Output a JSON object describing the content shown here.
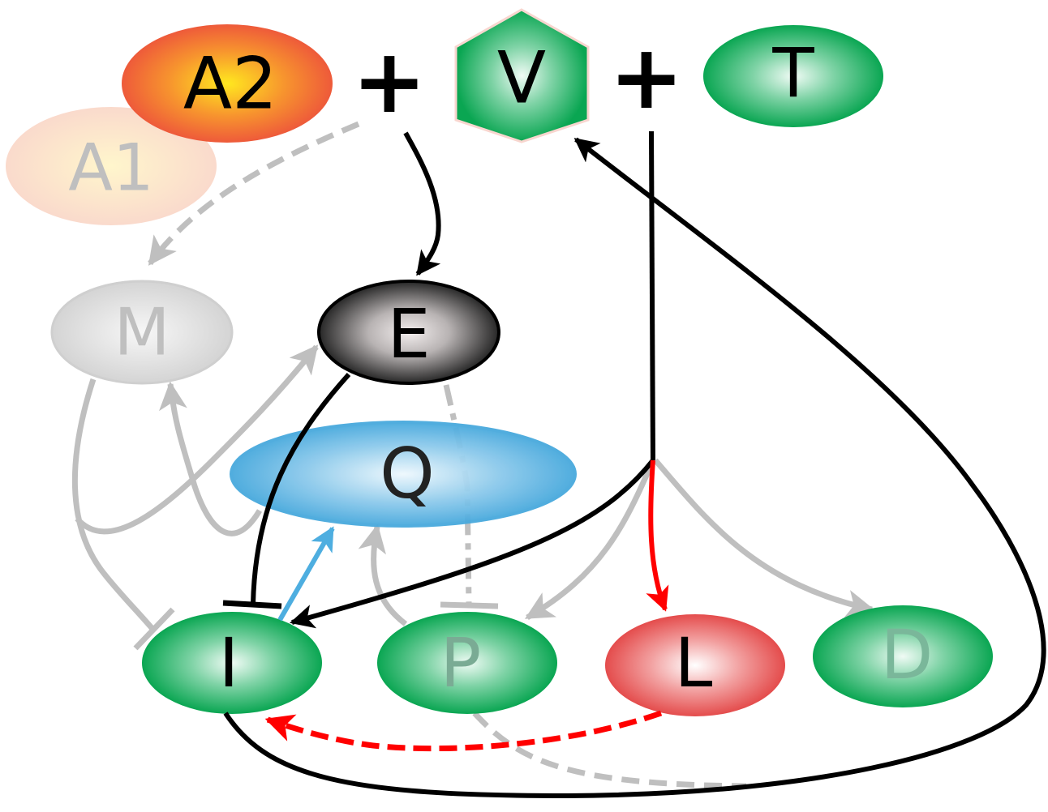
{
  "diagram": {
    "type": "signaling-network",
    "colors": {
      "active_edge": "#000000",
      "faded_edge": "#bfbfbf",
      "red_edge": "#ff0000",
      "blue_edge": "#4eaee0",
      "green_node": "#0aa652",
      "red_node": "#e44c4c",
      "blue_node": "#48a9dd",
      "orange_node": "#ee5a3a",
      "faded_node_text": "#bfbfbf"
    },
    "operators": [
      "+",
      "+"
    ],
    "nodes": {
      "A2": {
        "label": "A2",
        "shape": "ellipse",
        "style": "orange",
        "faded": false
      },
      "A1": {
        "label": "A1",
        "shape": "ellipse",
        "style": "orange",
        "faded": true
      },
      "V": {
        "label": "V",
        "shape": "hexagon",
        "style": "green",
        "faded": false
      },
      "T": {
        "label": "T",
        "shape": "ellipse",
        "style": "green",
        "faded": false
      },
      "M": {
        "label": "M",
        "shape": "ellipse",
        "style": "grey",
        "faded": true
      },
      "E": {
        "label": "E",
        "shape": "ellipse",
        "style": "black",
        "faded": false
      },
      "Q": {
        "label": "Q",
        "shape": "ellipse",
        "style": "blue",
        "faded": false
      },
      "I": {
        "label": "I",
        "shape": "ellipse",
        "style": "green",
        "faded": false
      },
      "P": {
        "label": "P",
        "shape": "ellipse",
        "style": "green",
        "faded": true
      },
      "L": {
        "label": "L",
        "shape": "ellipse",
        "style": "red",
        "faded": false
      },
      "D": {
        "label": "D",
        "shape": "ellipse",
        "style": "green",
        "faded": true
      }
    },
    "edges": [
      {
        "from": "A2+V",
        "to": "E",
        "kind": "activation",
        "style": "solid",
        "color": "black"
      },
      {
        "from": "A2+V",
        "to": "M",
        "kind": "activation",
        "style": "dashed",
        "color": "grey"
      },
      {
        "from": "V+T",
        "to": "I",
        "kind": "activation",
        "style": "solid",
        "color": "black"
      },
      {
        "from": "V+T",
        "to": "L",
        "kind": "activation",
        "style": "solid",
        "color": "red"
      },
      {
        "from": "V+T",
        "to": "P",
        "kind": "activation",
        "style": "solid",
        "color": "grey"
      },
      {
        "from": "V+T",
        "to": "D",
        "kind": "activation",
        "style": "solid",
        "color": "grey"
      },
      {
        "from": "I",
        "to": "V",
        "kind": "activation",
        "style": "solid",
        "color": "black"
      },
      {
        "from": "E",
        "to": "I",
        "kind": "inhibition",
        "style": "solid",
        "color": "black"
      },
      {
        "from": "E",
        "to": "P",
        "kind": "inhibition",
        "style": "dash-dot",
        "color": "grey"
      },
      {
        "from": "I",
        "to": "Q",
        "kind": "activation",
        "style": "solid",
        "color": "blue"
      },
      {
        "from": "P",
        "to": "Q",
        "kind": "activation",
        "style": "solid",
        "color": "grey"
      },
      {
        "from": "L",
        "to": "I",
        "kind": "activation",
        "style": "dashed",
        "color": "red"
      },
      {
        "from": "M",
        "to": "I",
        "kind": "inhibition",
        "style": "solid",
        "color": "grey"
      },
      {
        "from": "M",
        "to": "E",
        "kind": "activation",
        "style": "solid",
        "color": "grey"
      },
      {
        "from": "Q",
        "to": "M",
        "kind": "activation",
        "style": "solid",
        "color": "grey"
      },
      {
        "from": "P",
        "to": "V",
        "kind": "activation",
        "style": "dashed",
        "color": "grey"
      }
    ]
  }
}
